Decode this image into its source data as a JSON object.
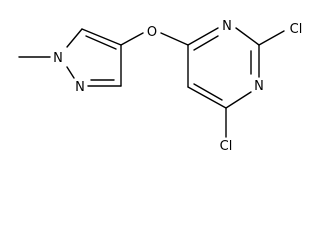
{
  "structure": {
    "atoms": {
      "oxygen": "O",
      "pyrazole_n1": "N",
      "pyrazole_n2": "N",
      "pyrimidine_n1": "N",
      "pyrimidine_n3": "N",
      "chlorine_c2": "Cl",
      "chlorine_c4": "Cl"
    }
  }
}
